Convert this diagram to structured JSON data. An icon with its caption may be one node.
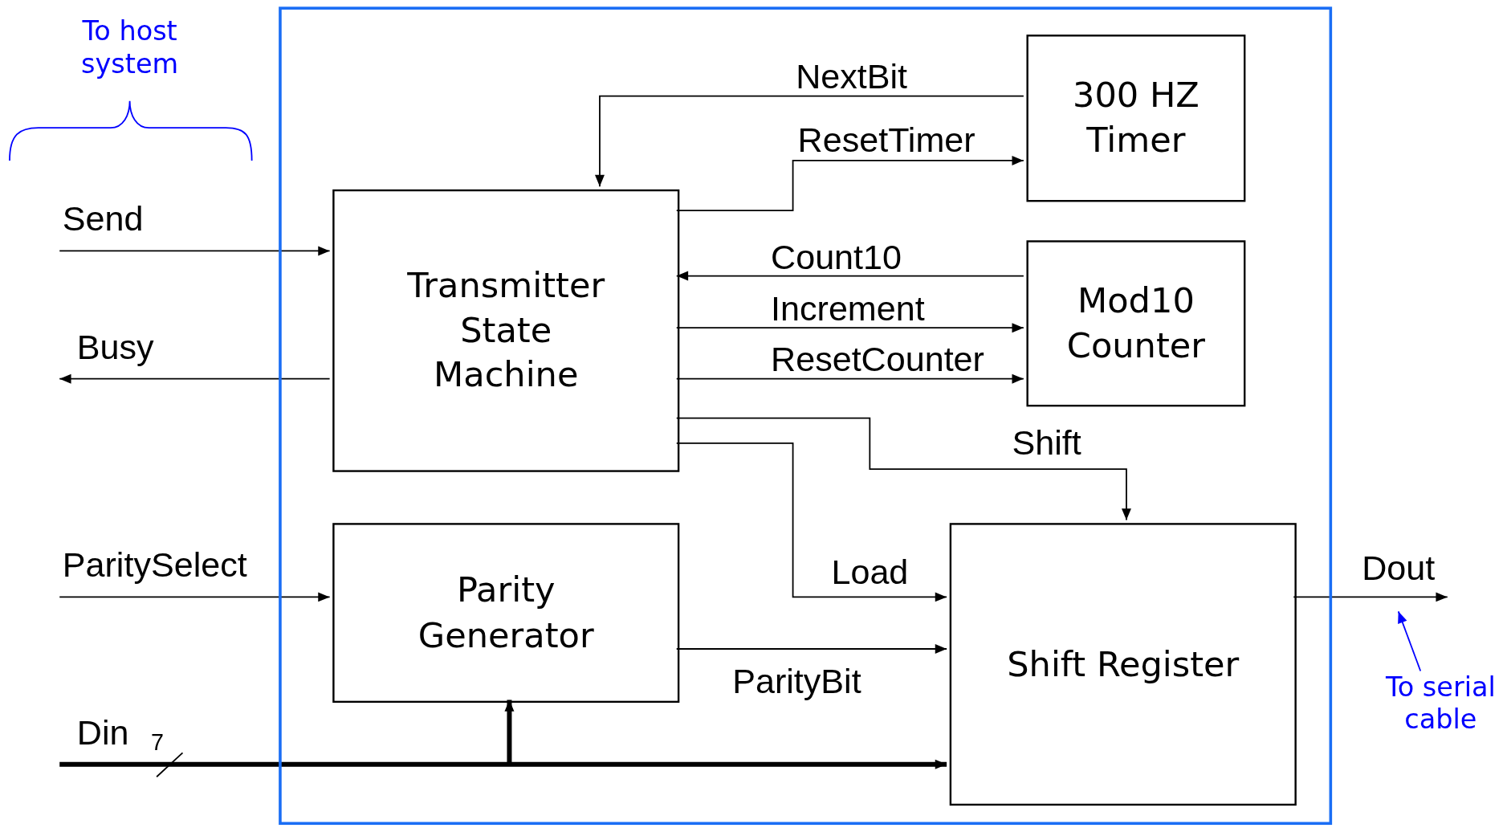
{
  "diagram": {
    "nodes": [
      {
        "text": [],
        "shape": "box"
      },
      {
        "text": [
          "Transmitter State Machine"
        ],
        "in": 0
      },
      {
        "text": [
          "300 HZ Timer"
        ],
        "in": 0
      },
      {
        "text": [
          "Mod10 Counter"
        ],
        "in": 0
      },
      {
        "text": [
          "Parity Generator"
        ],
        "in": 0
      },
      {
        "text": [
          "Shift Register"
        ],
        "in": 0
      },
      {
        "text": [
          "To serial cable"
        ]
      }
    ],
    "edges": [
      {
        "from": null,
        "to": 1,
        "arrow": "to",
        "label": "Send"
      },
      {
        "from": 1,
        "to": null,
        "arrow": "to",
        "label": "Busy"
      },
      {
        "from": null,
        "to": 4,
        "arrow": "to",
        "label": "ParitySelect"
      },
      {
        "from": null,
        "to": 5,
        "arrow": "to",
        "label": "Din",
        "style": "thick"
      },
      {
        "from": null,
        "to": 4,
        "arrow": "to",
        "style": "thick"
      },
      {
        "from": 2,
        "to": 1,
        "arrow": "to",
        "label": "NextBit"
      },
      {
        "from": 1,
        "to": 2,
        "arrow": "to",
        "label": "ResetTimer"
      },
      {
        "from": 3,
        "to": 1,
        "arrow": "to",
        "label": "Count10"
      },
      {
        "from": 1,
        "to": 3,
        "arrow": "to",
        "label": "Increment"
      },
      {
        "from": 1,
        "to": 3,
        "arrow": "to",
        "label": "ResetCounter"
      },
      {
        "from": 1,
        "to": 5,
        "arrow": "to",
        "label": "Shift"
      },
      {
        "from": 1,
        "to": 5,
        "arrow": "to",
        "label": "Load"
      },
      {
        "from": 4,
        "to": 5,
        "arrow": "to",
        "label": "ParityBit"
      },
      {
        "from": 5,
        "to": null,
        "arrow": "to",
        "label": "Dout"
      },
      {
        "from": 6,
        "to": null,
        "arrow": "to",
        "color": "#0000ff"
      }
    ],
    "labels": [
      "To host system",
      "7"
    ]
  }
}
